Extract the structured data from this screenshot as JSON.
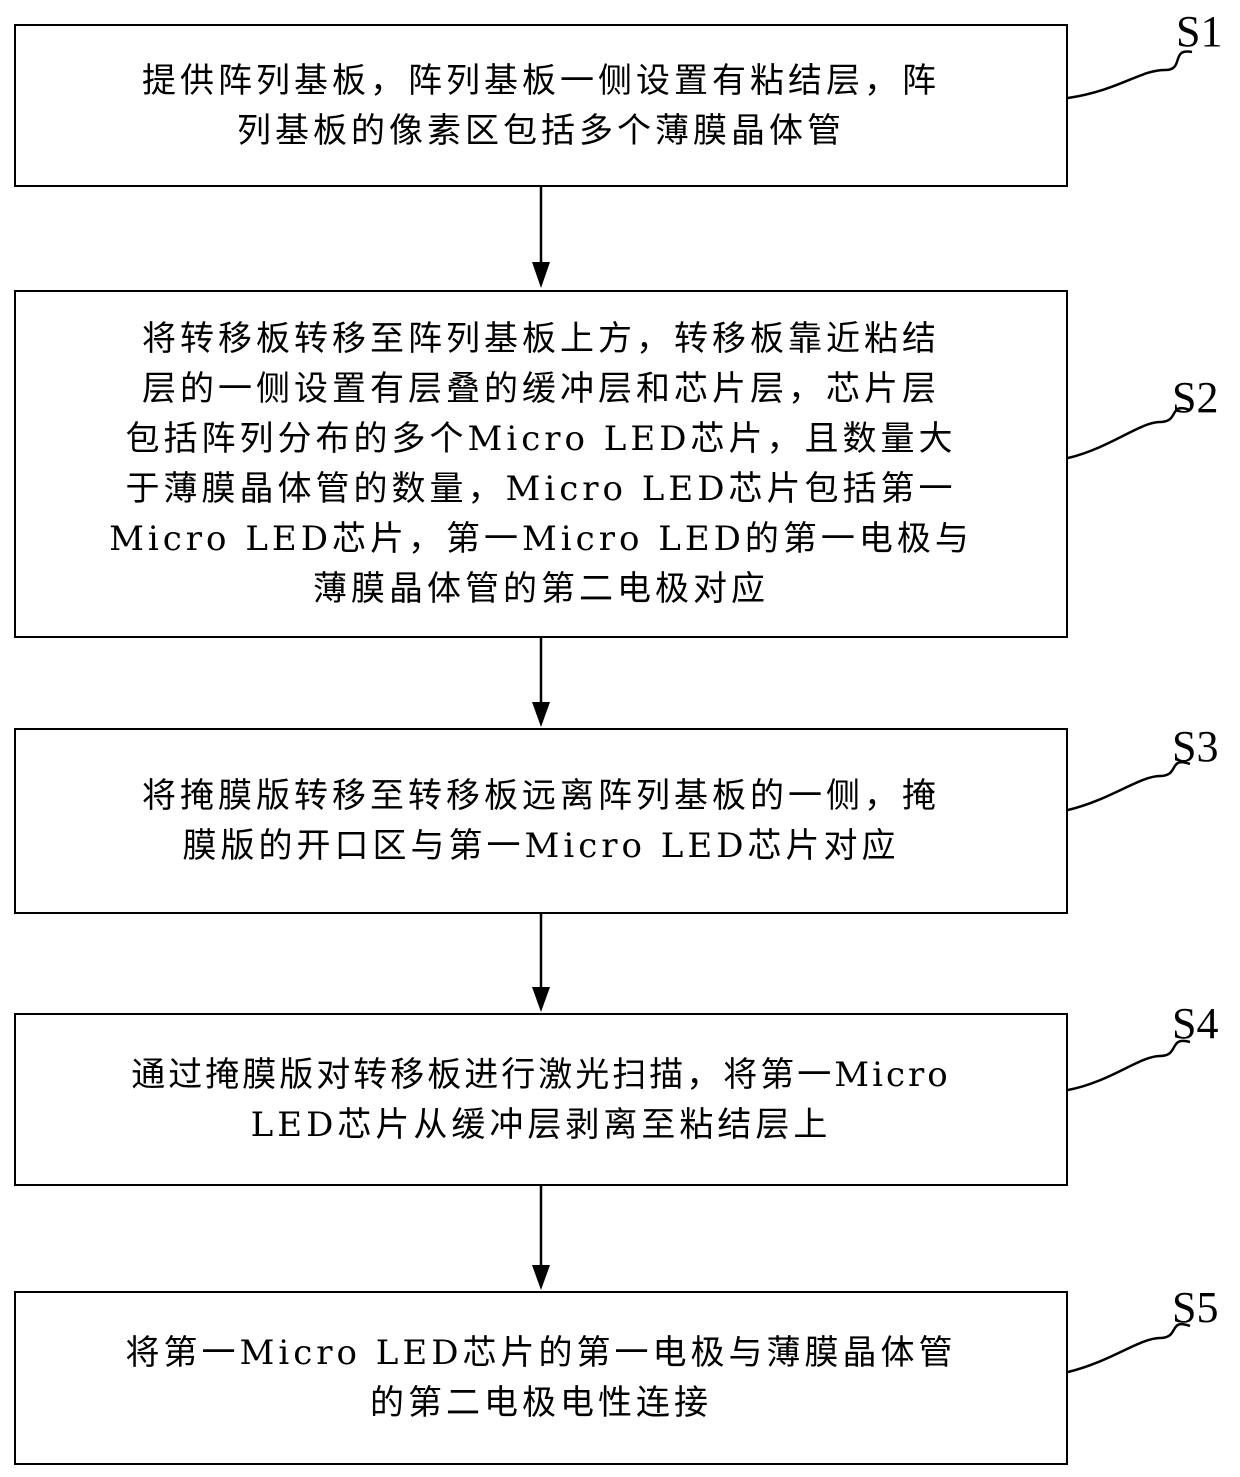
{
  "steps": [
    {
      "label": "S1",
      "lines": [
        "提供阵列基板，阵列基板一侧设置有粘结层，阵",
        "列基板的像素区包括多个薄膜晶体管"
      ]
    },
    {
      "label": "S2",
      "lines": [
        "将转移板转移至阵列基板上方，转移板靠近粘结",
        "层的一侧设置有层叠的缓冲层和芯片层，芯片层",
        "包括阵列分布的多个Micro LED芯片，且数量大",
        "于薄膜晶体管的数量，Micro LED芯片包括第一",
        "Micro LED芯片，第一Micro LED的第一电极与",
        "薄膜晶体管的第二电极对应"
      ]
    },
    {
      "label": "S3",
      "lines": [
        "将掩膜版转移至转移板远离阵列基板的一侧，掩",
        "膜版的开口区与第一Micro LED芯片对应"
      ]
    },
    {
      "label": "S4",
      "lines": [
        "通过掩膜版对转移板进行激光扫描，将第一Micro",
        "LED芯片从缓冲层剥离至粘结层上"
      ]
    },
    {
      "label": "S5",
      "lines": [
        "将第一Micro LED芯片的第一电极与薄膜晶体管",
        "的第二电极电性连接"
      ]
    }
  ]
}
